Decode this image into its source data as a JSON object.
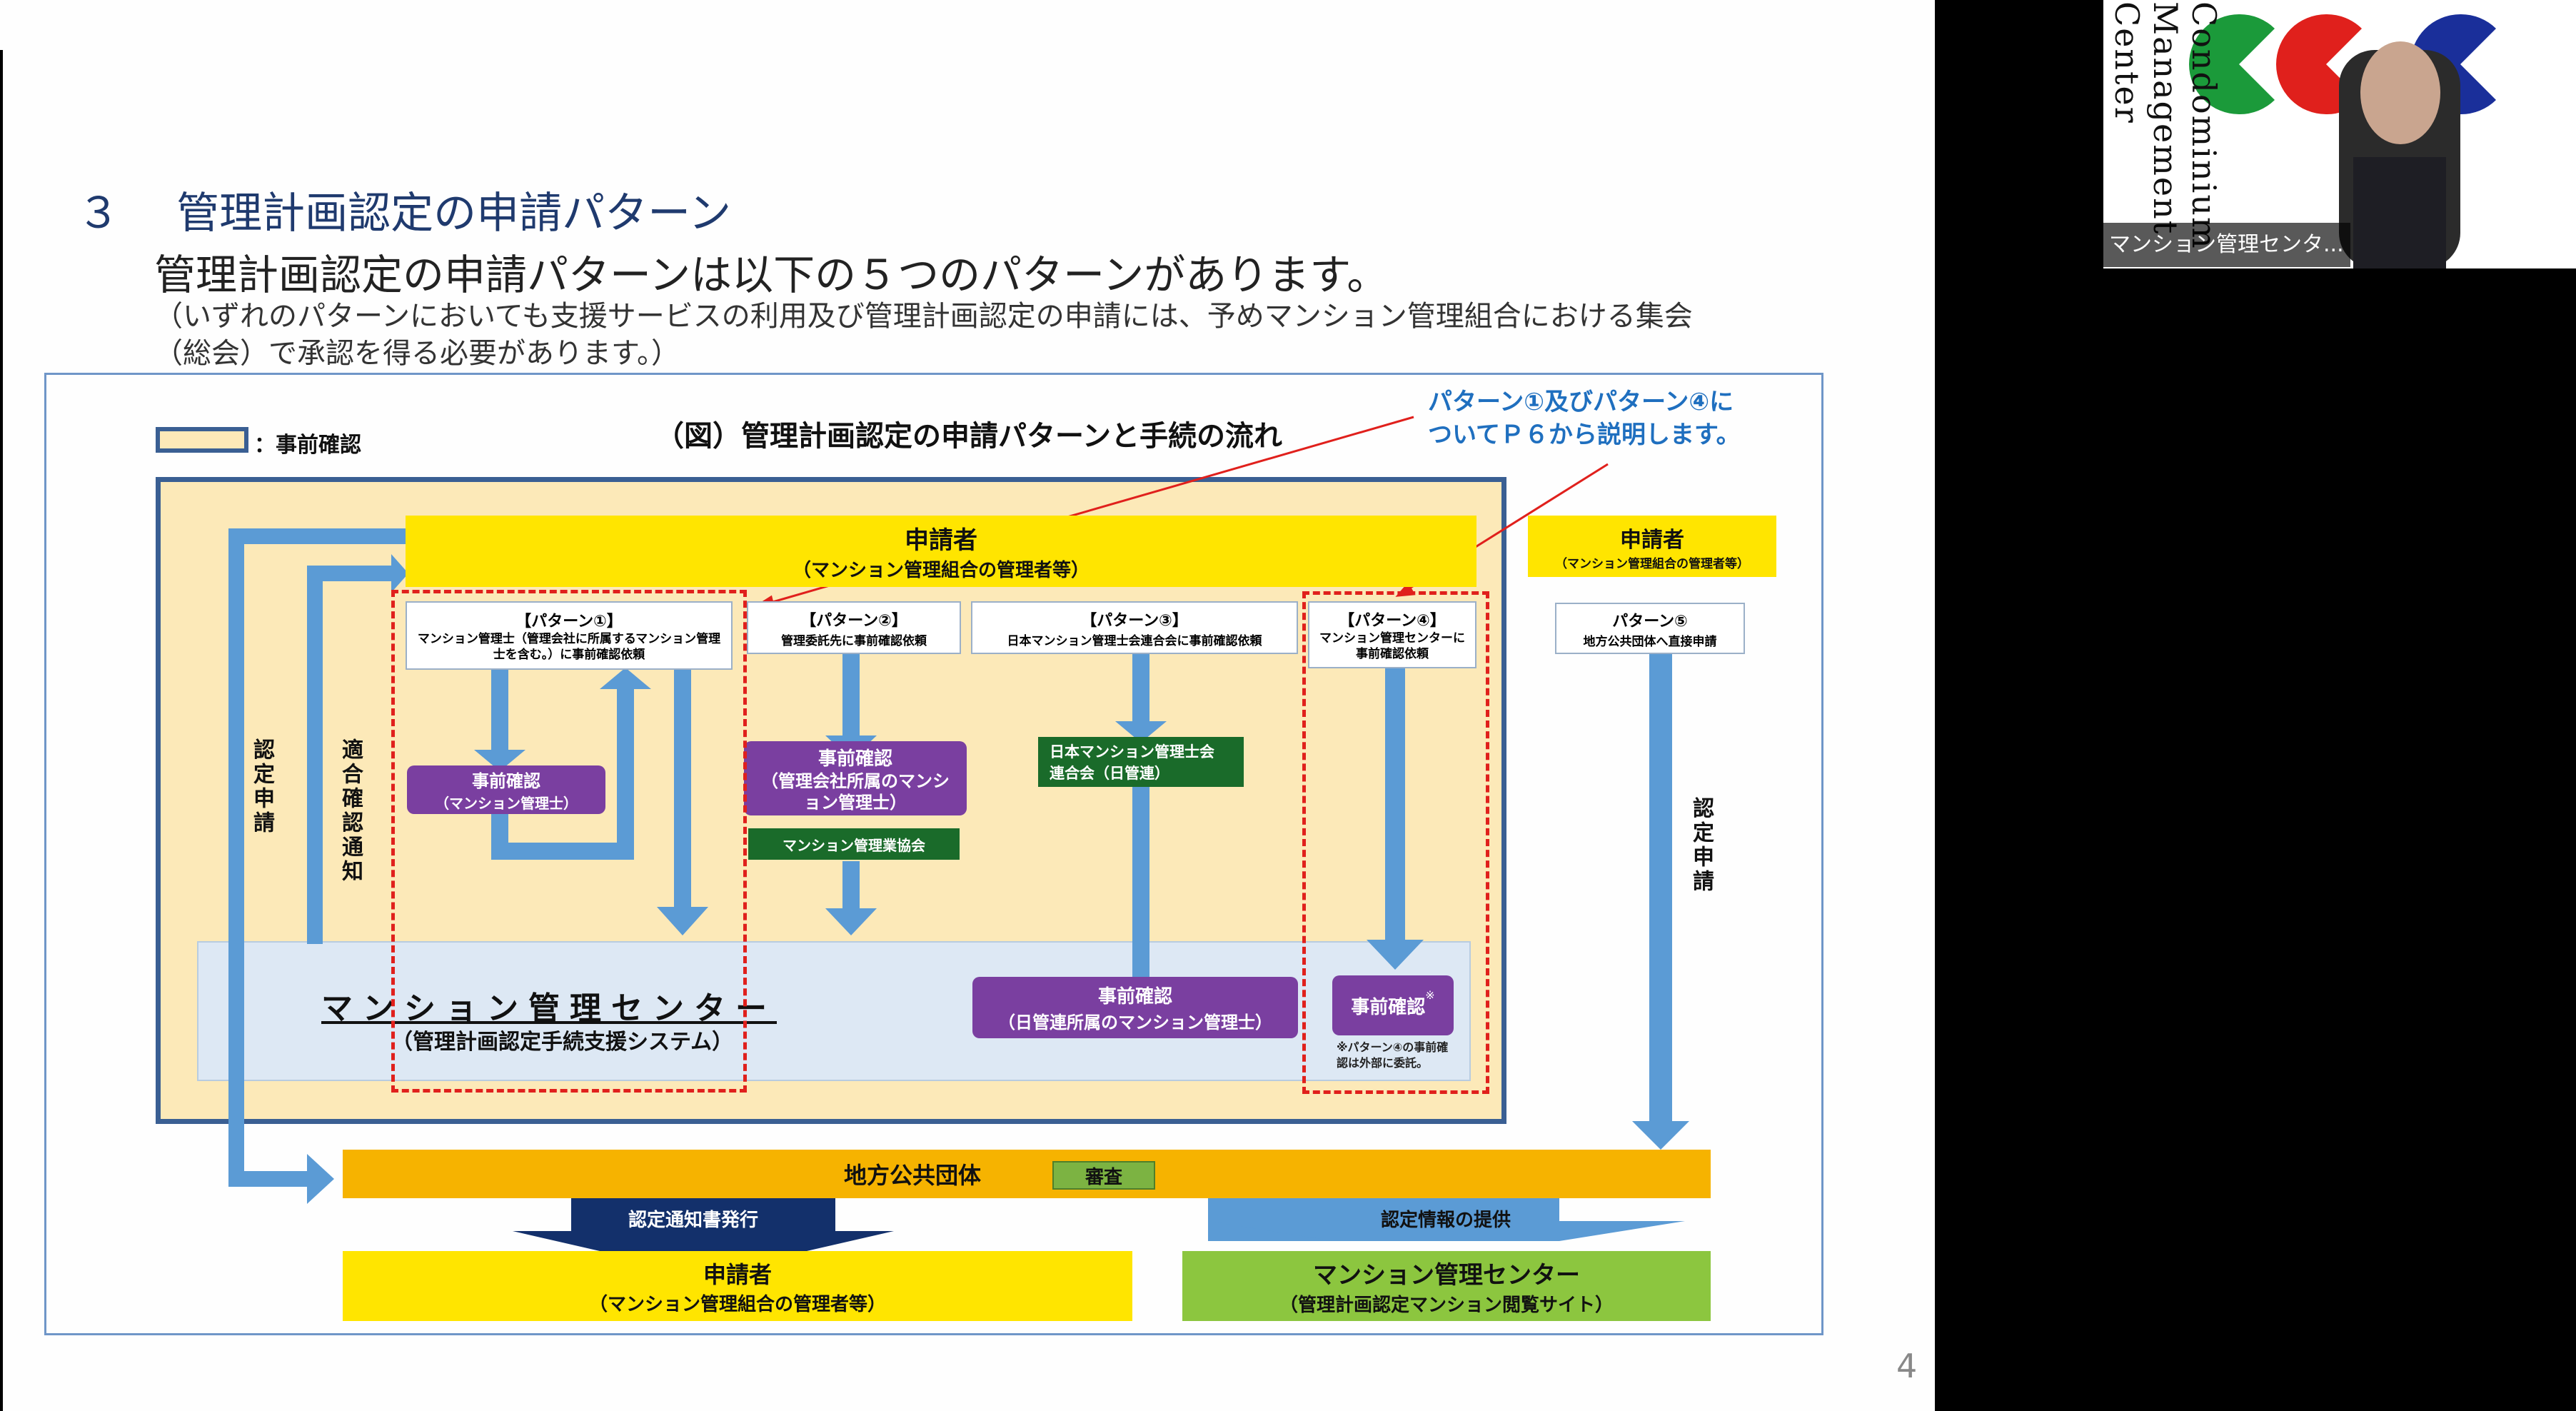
{
  "slide": {
    "section_number": "３",
    "title": "管理計画認定の申請パターン",
    "subtitle": "管理計画認定の申請パターンは以下の５つのパターンがあります。",
    "note_line1": "（いずれのパターンにおいても支援サービスの利用及び管理計画認定の申請には、予めマンション管理組合における集会",
    "note_line2": "（総会）で承認を得る必要があります。）",
    "page_number": "4"
  },
  "diagram": {
    "legend_label": "：事前確認",
    "caption": "（図）管理計画認定の申請パターンと手続の流れ",
    "callout_line1": "パターン①及びパターン④に",
    "callout_line2": "ついてＰ６から説明します。",
    "applicant_title": "申請者",
    "applicant_sub": "（マンション管理組合の管理者等）",
    "applicant_right_title": "申請者",
    "applicant_right_sub": "（マンション管理組合の管理者等）",
    "pattern1_title": "【パターン①】",
    "pattern1_text": "マンション管理士（管理会社に所属するマンション管理士を含む。）に事前確認依頼",
    "pattern2_title": "【パターン②】",
    "pattern2_text": "管理委託先に事前確認依頼",
    "pattern3_title": "【パターン③】",
    "pattern3_text": "日本マンション管理士会連合会に事前確認依頼",
    "pattern4_title": "【パターン④】",
    "pattern4_text": "マンション管理センターに事前確認依頼",
    "pattern5_title": "パターン⑤",
    "pattern5_text": "地方公共団体へ直接申請",
    "check1_title": "事前確認",
    "check1_sub": "（マンション管理士）",
    "check2_title": "事前確認",
    "check2_sub": "（管理会社所属のマンション管理士）",
    "check2_assoc": "マンション管理業協会",
    "nikkanren_line1": "日本マンション管理士会",
    "nikkanren_line2": "連合会（日管連）",
    "check3_title": "事前確認",
    "check3_sub": "（日管連所属のマンション管理士）",
    "check4_title": "事前確認",
    "check4_mark": "※",
    "check4_note": "※パターン④の事前確認は外部に委託。",
    "center_title": "マンション管理センター",
    "center_sub": "（管理計画認定手続支援システム）",
    "label_nintei_shinsei_left": "認定申請",
    "label_tekigo": "適合確認通知",
    "label_nintei_shinsei_right": "認定申請",
    "local_gov": "地方公共団体",
    "review": "審査",
    "notice_issue": "認定通知書発行",
    "info_provide": "認定情報の提供",
    "bottom_applicant_title": "申請者",
    "bottom_applicant_sub": "（マンション管理組合の管理者等）",
    "bottom_center_title": "マンション管理センター",
    "bottom_center_sub": "（管理計画認定マンション閲覧サイト）"
  },
  "video": {
    "participant_label": "マンション管理センタ...",
    "logo_text": "Condominium Management Center",
    "logo_letters": "cmc"
  },
  "colors": {
    "title_blue": "#1f3a6e",
    "frame_blue": "#3a5f93",
    "arrow_blue": "#5b9bd5",
    "yellow": "#ffe500",
    "purple": "#7a3fa0",
    "dark_green": "#1a6b2a",
    "light_green": "#8cc63f",
    "orange": "#f6b300",
    "red_dash": "#e0201c",
    "navy": "#13306b"
  }
}
